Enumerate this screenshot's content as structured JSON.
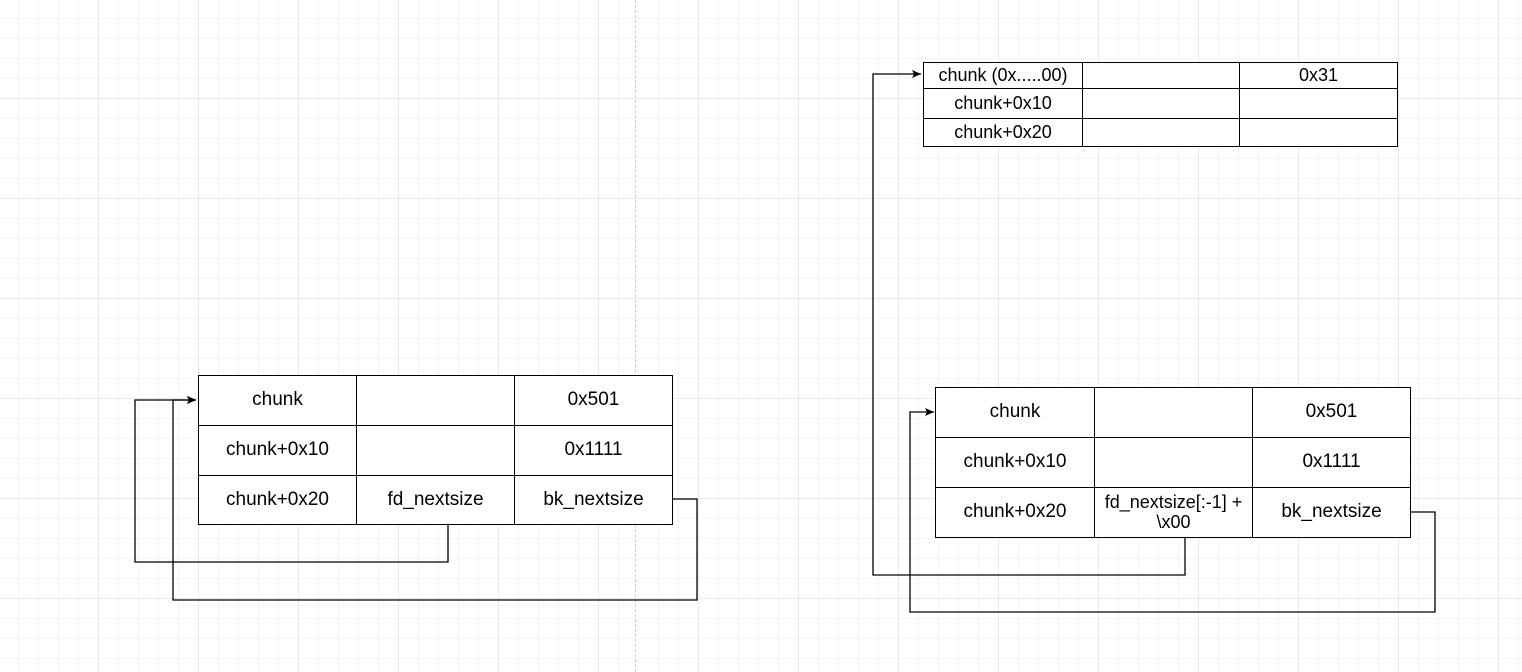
{
  "colors": {
    "line": "#000000",
    "cell_fill": "#ffffff",
    "grid": "#e9e9e9"
  },
  "left_structure": {
    "rows": [
      {
        "addr": "chunk",
        "mid": "",
        "right": "0x501"
      },
      {
        "addr": "chunk+0x10",
        "mid": "",
        "right": "0x1111"
      },
      {
        "addr": "chunk+0x20",
        "mid": "fd_nextsize",
        "right": "bk_nextsize"
      }
    ]
  },
  "right_structure": {
    "rows": [
      {
        "addr": "chunk",
        "mid": "",
        "right": "0x501"
      },
      {
        "addr": "chunk+0x10",
        "mid": "",
        "right": "0x1111"
      },
      {
        "addr": "chunk+0x20",
        "mid": "fd_nextsize[:-1] + \\x00",
        "right": "bk_nextsize"
      }
    ]
  },
  "fake_chunk": {
    "rows": [
      {
        "addr": "chunk (0x.....00)",
        "mid": "",
        "right": "0x31"
      },
      {
        "addr": "chunk+0x10",
        "mid": "",
        "right": ""
      },
      {
        "addr": "chunk+0x20",
        "mid": "",
        "right": ""
      }
    ]
  }
}
